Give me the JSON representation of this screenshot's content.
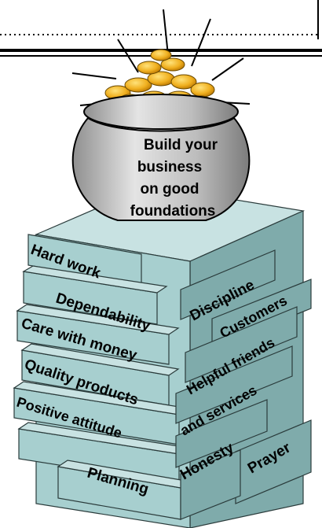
{
  "pot": {
    "line1": "Build your",
    "line2": "business",
    "line3": "on good",
    "line4": "foundations"
  },
  "bricks": {
    "hard_work": "Hard work",
    "dependability": "Dependability",
    "care_with_money": "Care with money",
    "quality_products": "Quality products",
    "positive_attitude": "Positive attitude",
    "planning": "Planning",
    "discipline": "Discipline",
    "customers": "Customers",
    "helpful_friends": "Helpful friends",
    "and_services": "and services",
    "honesty": "Honesty",
    "prayer": "Prayer"
  },
  "colors": {
    "brick_face": "#a7cfcf",
    "brick_side": "#7fabab",
    "brick_top": "#c8e2e2",
    "pot": "#c8c8c8",
    "coins": "#f0b020"
  }
}
